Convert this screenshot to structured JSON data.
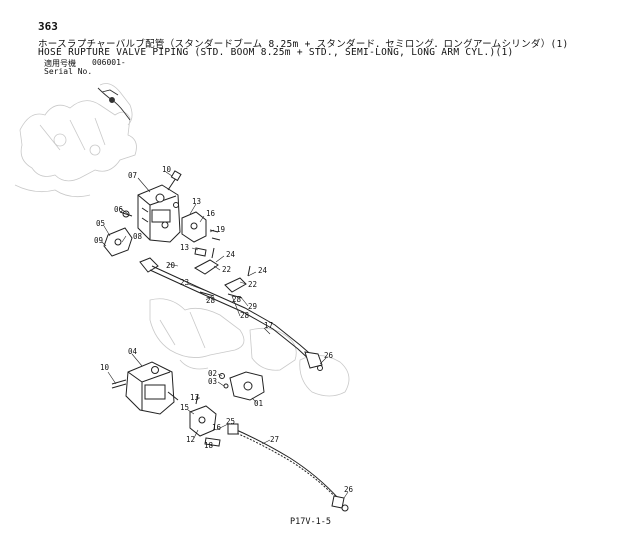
{
  "header": {
    "page_number": "363",
    "title_jp": "ホースラプチャーバルブ配管（スタンダードブーム 8.25m + スタンダード．セミロング．ロングアームシリンダ）(1)",
    "title_en": "HOSE RUPTURE VALVE PIPING (STD. BOOM 8.25m + STD., SEMI-LONG, LONG ARM CYL.)(1)",
    "serial_label_jp": "適用号機",
    "serial_label_en": "Serial No.",
    "serial_value": "006001-"
  },
  "page_ref": "P17V-1-5",
  "labels": {
    "07": "07",
    "10": "10",
    "06": "06",
    "05": "05",
    "09": "09",
    "08": "08",
    "13": "13",
    "16": "16",
    "19": "19",
    "24": "24",
    "22": "22",
    "20": "20",
    "23": "23",
    "28": "28",
    "29": "29",
    "17": "17",
    "26": "26",
    "04": "04",
    "02": "02",
    "03": "03",
    "01": "01",
    "15": "15",
    "12": "12",
    "25": "25",
    "18": "18",
    "27": "27"
  }
}
